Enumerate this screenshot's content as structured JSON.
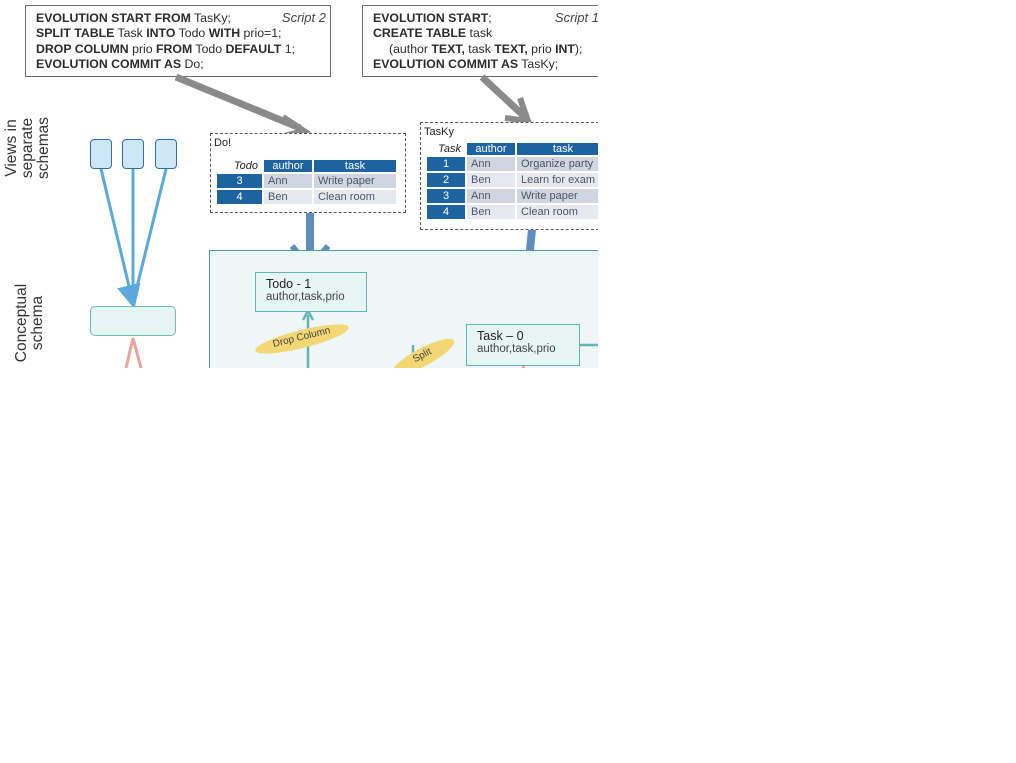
{
  "script2": {
    "tag": "Script 2",
    "l1_kw": "EVOLUTION START FROM",
    "l1_val": " TasKy;",
    "l2_kw1": "SPLIT TABLE",
    "l2_val1": " Task ",
    "l2_kw2": "INTO",
    "l2_val2": " Todo ",
    "l2_kw3": "WITH",
    "l2_val3": " prio=1;",
    "l3_kw1": "DROP COLUMN",
    "l3_val1": " prio ",
    "l3_kw2": "FROM",
    "l3_val2": " Todo ",
    "l3_kw3": "DEFAULT",
    "l3_val3": " 1;",
    "l4_kw": "EVOLUTION COMMIT AS",
    "l4_val": " Do;"
  },
  "script1": {
    "tag": "Script 1",
    "l1_kw": "EVOLUTION START",
    "l1_val": ";",
    "l2_kw": "CREATE TABLE",
    "l2_val": " task",
    "l3_a": "(author ",
    "l3_kw1": "TEXT,",
    "l3_b": " task ",
    "l3_kw2": "TEXT,",
    "l3_c": " prio ",
    "l3_kw3": "INT",
    "l3_d": ");",
    "l4_kw": "EVOLUTION COMMIT AS",
    "l4_val": " TasKy;"
  },
  "side_labels": {
    "views": "Views in separate schemas",
    "conceptual": "Conceptual schema"
  },
  "view_do": {
    "title": "Do!",
    "corner": "Todo",
    "columns": [
      "author",
      "task"
    ],
    "rows": [
      {
        "id": "3",
        "author": "Ann",
        "task": "Write paper"
      },
      {
        "id": "4",
        "author": "Ben",
        "task": "Clean room"
      }
    ]
  },
  "view_tasky": {
    "title": "TasKy",
    "corner": "Task",
    "columns": [
      "author",
      "task"
    ],
    "rows": [
      {
        "id": "1",
        "author": "Ann",
        "task": "Organize party"
      },
      {
        "id": "2",
        "author": "Ben",
        "task": "Learn for exam"
      },
      {
        "id": "3",
        "author": "Ann",
        "task": "Write paper"
      },
      {
        "id": "4",
        "author": "Ben",
        "task": "Clean room"
      }
    ]
  },
  "conceptual": {
    "todo": {
      "name": "Todo - 1",
      "attrs": "author,task,prio"
    },
    "task": {
      "name": "Task – 0",
      "attrs": "author,task,prio"
    },
    "op_drop": "Drop Column",
    "op_split": "Split"
  },
  "colors": {
    "header_blue": "#1d63a2",
    "arrow_gray": "#8a8a8a",
    "arrow_blue": "#5f8fbf",
    "light_blue_line": "#5aa8dc",
    "teal": "#62b6b0",
    "oval_yellow": "#f3d774",
    "red_line": "#e8a49a"
  }
}
